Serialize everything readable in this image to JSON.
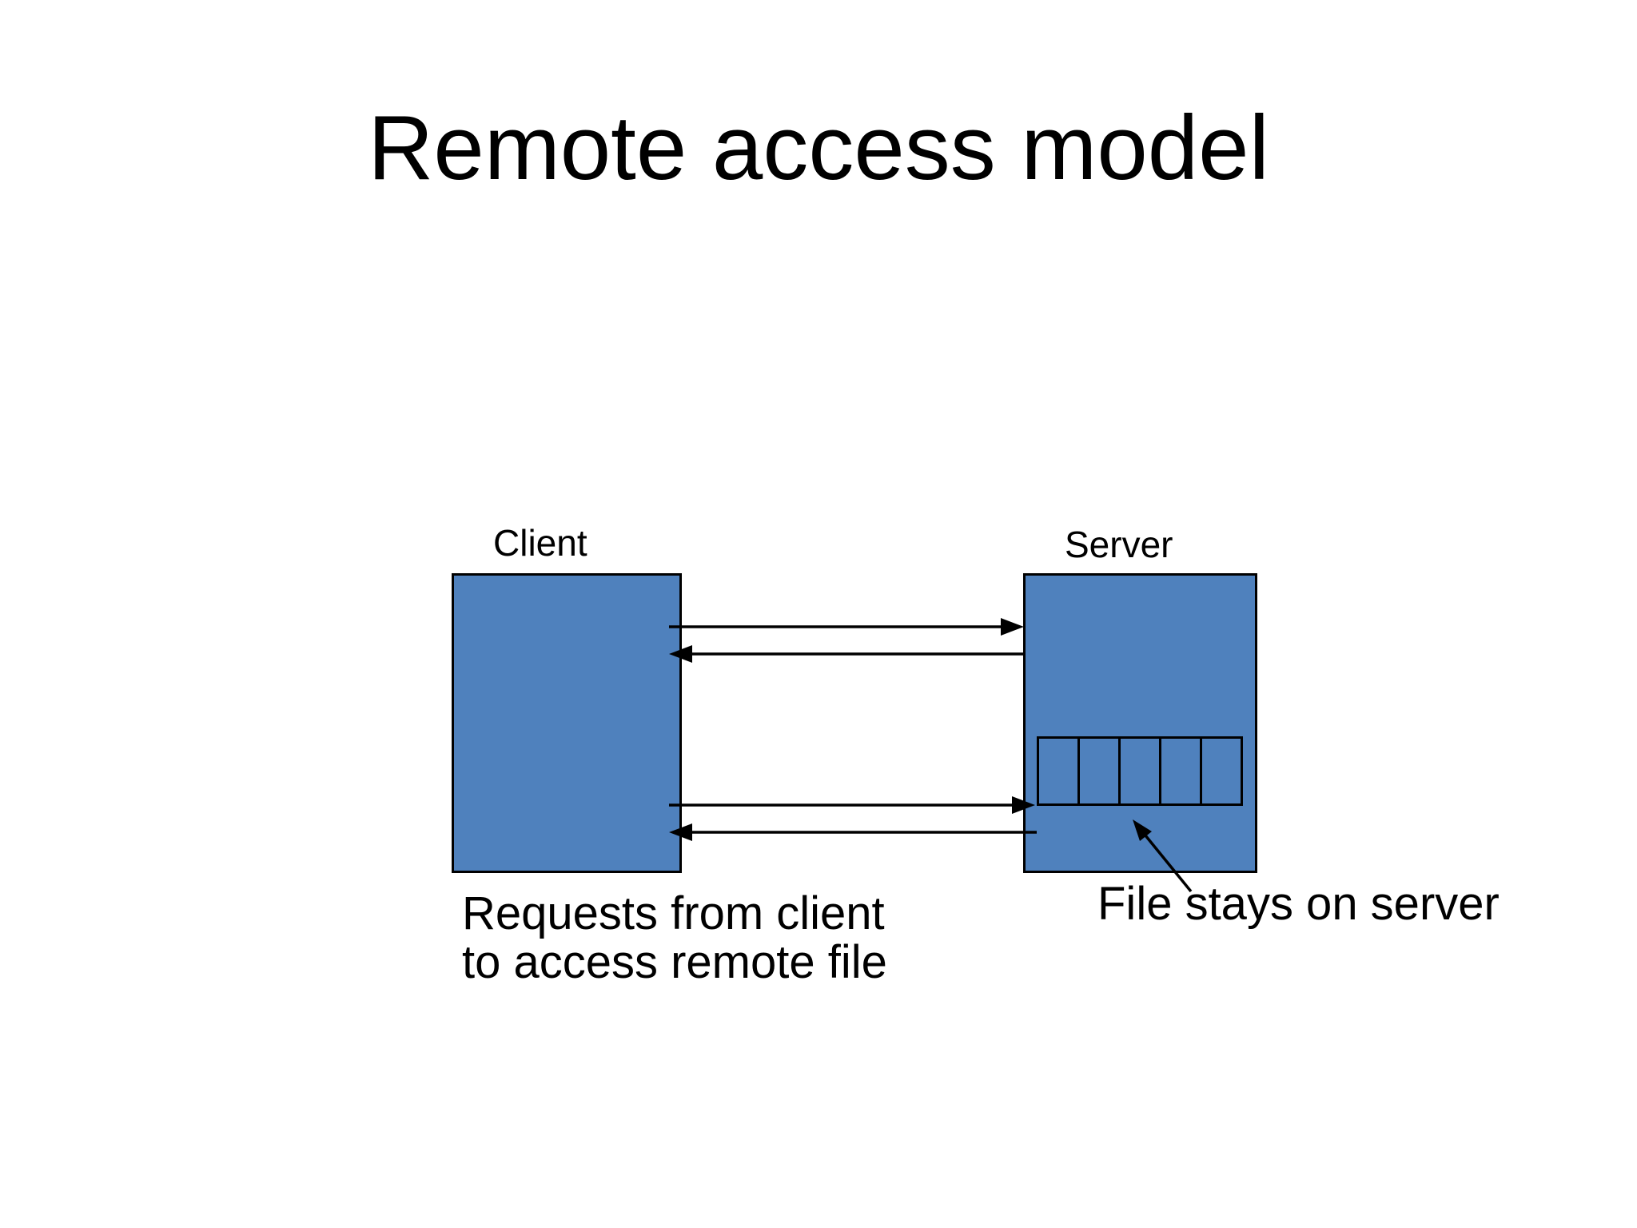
{
  "slide": {
    "title": "Remote access model",
    "client": {
      "label": "Client",
      "caption_line1": "Requests from client",
      "caption_line2": "to access remote file"
    },
    "server": {
      "label": "Server",
      "caption": "File stays on server"
    },
    "file": {
      "cells": 5
    },
    "arrows": {
      "top_request_direction": "client-to-server",
      "top_reply_direction": "server-to-client",
      "bottom_request_direction": "client-to-server",
      "bottom_reply_direction": "server-to-client",
      "annotation_target": "file-on-server"
    }
  },
  "colors": {
    "background": "#ffffff",
    "box_fill": "#4F81BD",
    "box_border": "#000000",
    "arrow": "#000000",
    "text": "#000000"
  }
}
